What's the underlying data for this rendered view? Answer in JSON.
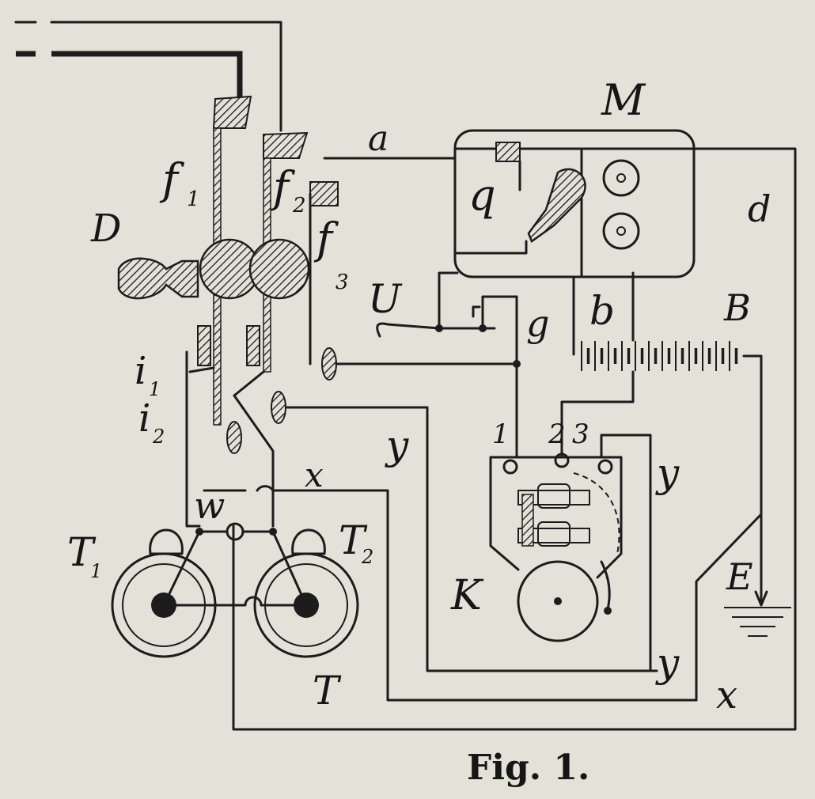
{
  "figure": {
    "caption": "Fig. 1.",
    "labels": {
      "M": "M",
      "a": "a",
      "q": "q",
      "d": "d",
      "D": "D",
      "f1": "f",
      "f1_sub": "1",
      "f2": "f",
      "f2_sub": "2",
      "f3": "f",
      "f3_sub": "3",
      "U": "U",
      "g": "g",
      "b": "b",
      "B": "B",
      "i1": "i",
      "i1_sub": "1",
      "i2": "i",
      "i2_sub": "2",
      "y_left": "y",
      "n1": "1",
      "n2": "2",
      "n3": "3",
      "y_right": "y",
      "w": "w",
      "x_mid": "x",
      "T1": "T",
      "T1_sub": "1",
      "T2": "T",
      "T2_sub": "2",
      "K": "K",
      "E": "E",
      "y_low": "y",
      "T": "T",
      "x_low": "x"
    }
  }
}
